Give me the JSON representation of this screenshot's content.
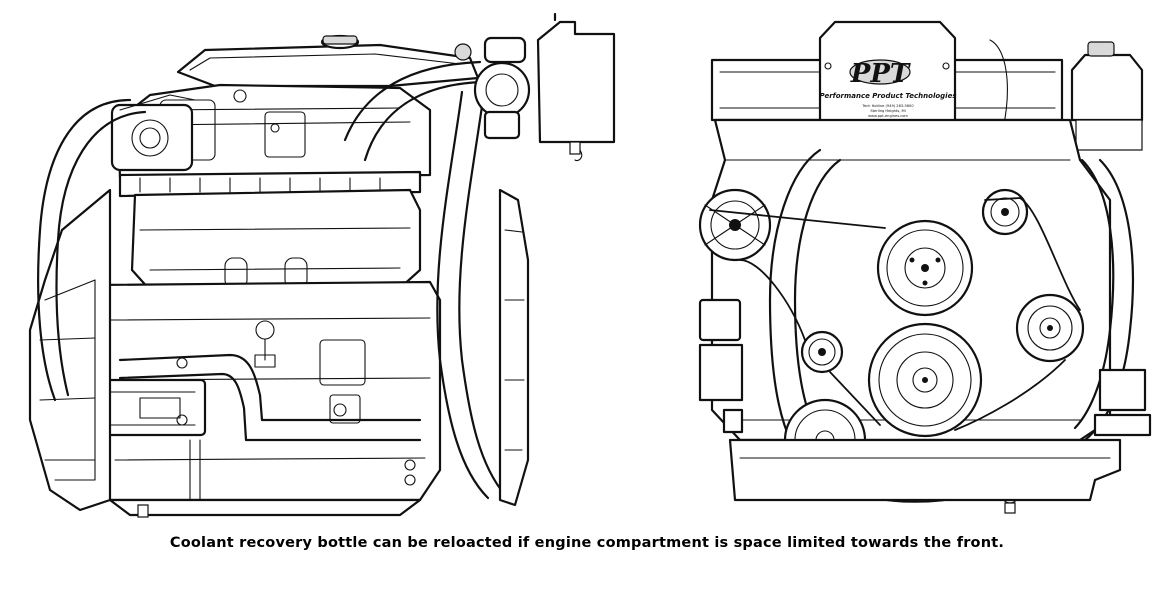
{
  "logo": {
    "mark": "PPT",
    "name": "Performance Product Technologies",
    "small_lines": [
      "Tech Hotline (949) 263-5600",
      "Sterling Heights, MI",
      "www.ppt-engines.com"
    ]
  },
  "caption": "Coolant recovery bottle can be reloacted if engine compartment is space limited towards the front."
}
